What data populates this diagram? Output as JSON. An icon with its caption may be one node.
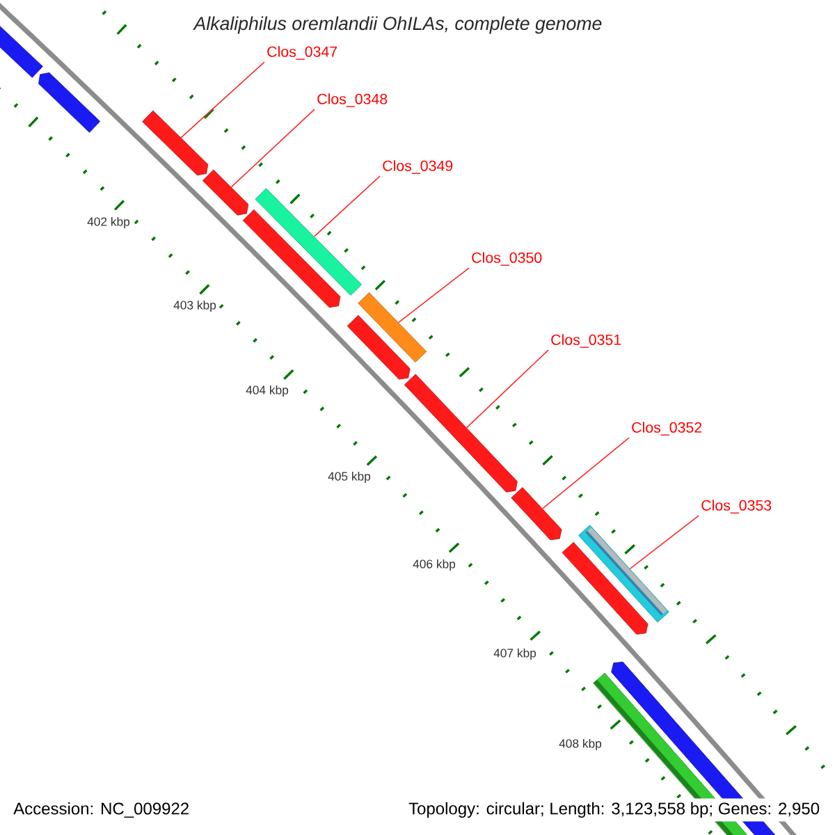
{
  "diagram": {
    "title": "Alkaliphilus oremlandii OhILAs, complete genome",
    "nodes": [
      {
        "text": [
          "Clos_0347"
        ]
      },
      {
        "text": [
          "Clos_0348"
        ]
      },
      {
        "text": [
          "Clos_0349"
        ]
      },
      {
        "text": [
          "Clos_0350"
        ]
      },
      {
        "text": [
          "Clos_0351"
        ]
      },
      {
        "text": [
          "Clos_0352"
        ]
      },
      {
        "text": [
          "Clos_0353"
        ]
      },
      {
        "text": [],
        "shape": "arrow"
      },
      {
        "text": [],
        "shape": "arrow"
      },
      {
        "text": [],
        "shape": "bar"
      },
      {
        "text": [],
        "shape": "bar"
      },
      {
        "text": [],
        "shape": "arrow"
      },
      {
        "text": [],
        "shape": "arrow"
      },
      {
        "text": [],
        "shape": "bar"
      }
    ],
    "edges": [
      {
        "from": 0,
        "to": 7,
        "arrow": "none"
      },
      {
        "from": 1,
        "to": 8,
        "arrow": "none"
      },
      {
        "from": 2,
        "to": 9,
        "arrow": "none"
      },
      {
        "from": 3,
        "to": 10,
        "arrow": "none"
      },
      {
        "from": 4,
        "to": 11,
        "arrow": "none"
      },
      {
        "from": 5,
        "to": 12,
        "arrow": "none"
      },
      {
        "from": 6,
        "to": 13,
        "arrow": "none"
      }
    ],
    "labels": [
      "402 kbp",
      "403 kbp",
      "404 kbp",
      "405 kbp",
      "406 kbp",
      "407 kbp",
      "408 kbp",
      "Accession: NC_009922",
      "Topology: circular; Length: 3,123,558 bp; Genes: 2,950"
    ]
  }
}
